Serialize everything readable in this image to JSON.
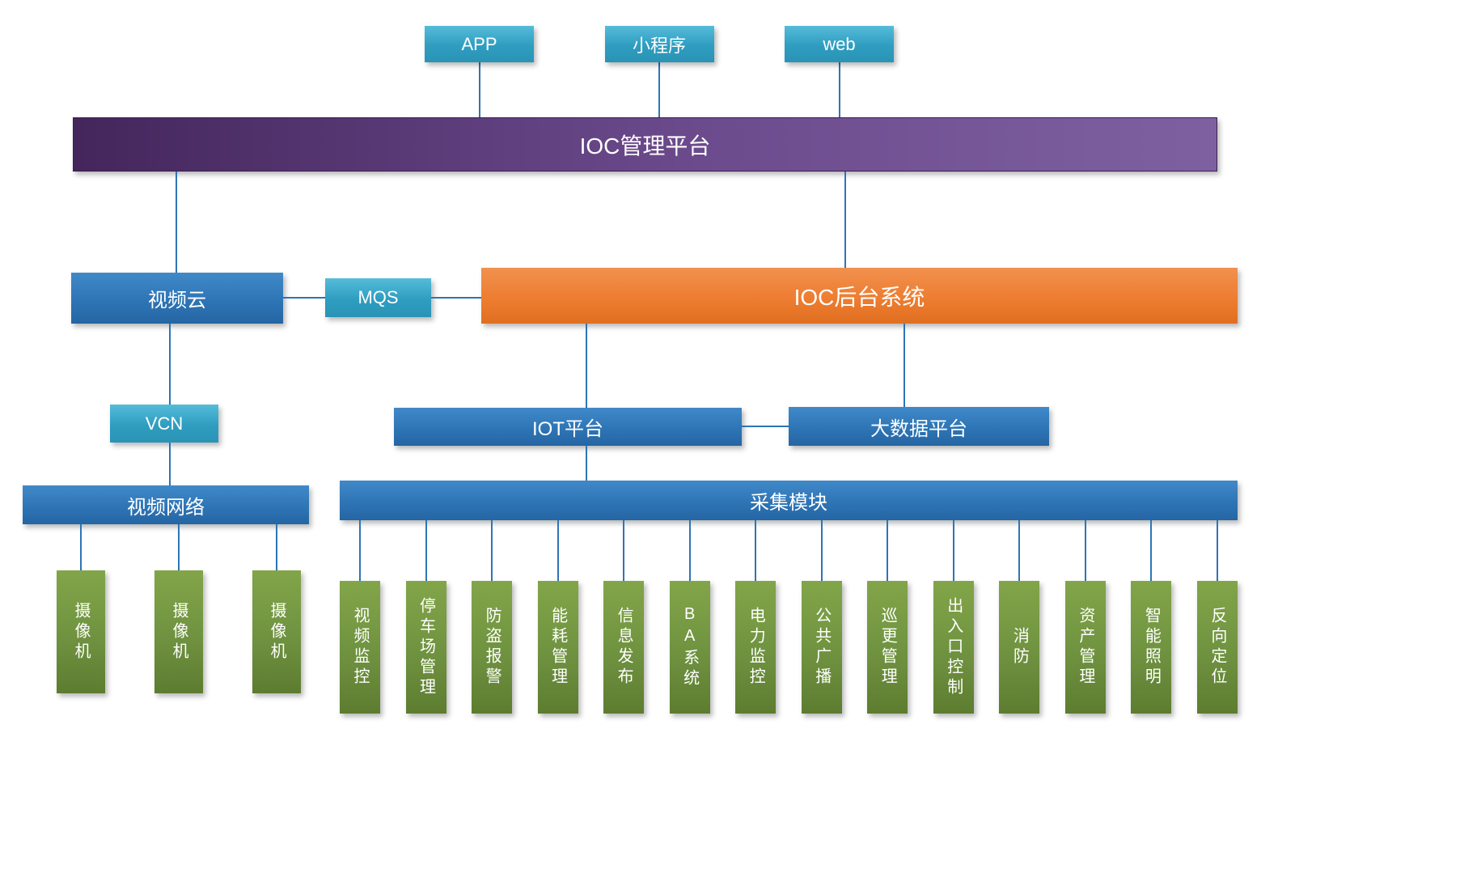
{
  "colors": {
    "line": "#2e75b6",
    "teal": "#2f9dc0",
    "purple": "#5b3f7e",
    "blue": "#2e75b6",
    "orange": "#ed7d31",
    "green": "#6f9240"
  },
  "apps": [
    {
      "label": "APP"
    },
    {
      "label": "小程序"
    },
    {
      "label": "web"
    }
  ],
  "platform": {
    "label": "IOC管理平台"
  },
  "video_cloud": {
    "label": "视频云"
  },
  "mqs": {
    "label": "MQS"
  },
  "backend": {
    "label": "IOC后台系统"
  },
  "vcn": {
    "label": "VCN"
  },
  "iot": {
    "label": "IOT平台"
  },
  "bigdata": {
    "label": "大数据平台"
  },
  "video_network": {
    "label": "视频网络"
  },
  "collection": {
    "label": "采集模块"
  },
  "cameras": [
    {
      "label": "摄像机"
    },
    {
      "label": "摄像机"
    },
    {
      "label": "摄像机"
    }
  ],
  "modules": [
    {
      "label": "视频监控"
    },
    {
      "label": "停车场管理"
    },
    {
      "label": "防盗报警"
    },
    {
      "label": "能耗管理"
    },
    {
      "label": "信息发布"
    },
    {
      "label": "BA系统"
    },
    {
      "label": "电力监控"
    },
    {
      "label": "公共广播"
    },
    {
      "label": "巡更管理"
    },
    {
      "label": "出入口控制"
    },
    {
      "label": "消防"
    },
    {
      "label": "资产管理"
    },
    {
      "label": "智能照明"
    },
    {
      "label": "反向定位"
    }
  ]
}
